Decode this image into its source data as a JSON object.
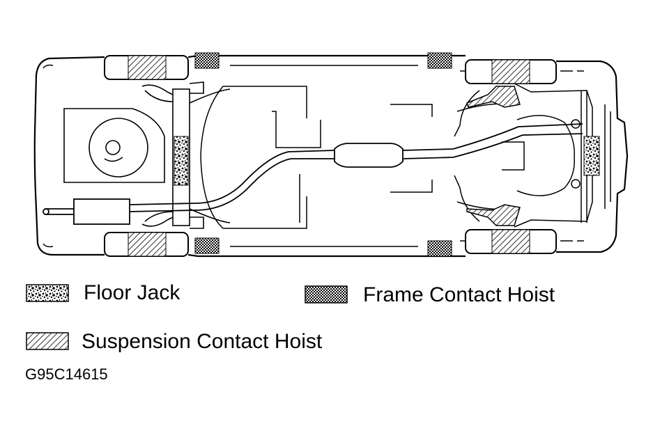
{
  "legend": [
    {
      "key": "floor-jack",
      "label": "Floor Jack",
      "pattern": "speckle"
    },
    {
      "key": "frame-contact-hoist",
      "label": "Frame Contact Hoist",
      "pattern": "crosshatch"
    },
    {
      "key": "suspension-contact-hoist",
      "label": "Suspension Contact Hoist",
      "pattern": "diagonal-hatch"
    }
  ],
  "figure_code": "G95C14615",
  "colors": {
    "ink": "#000000",
    "paper": "#ffffff"
  }
}
